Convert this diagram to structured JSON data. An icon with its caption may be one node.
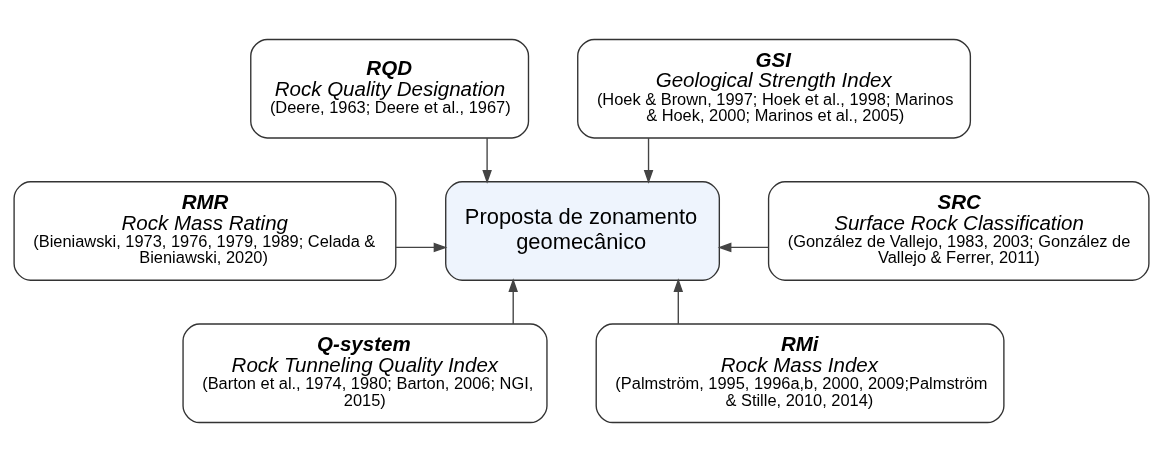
{
  "diagram": {
    "nodes": [
      {
        "text": [
          "RQD",
          "Rock Quality Designation",
          "(Deere, 1963; Deere et al., 1967)"
        ]
      },
      {
        "text": [
          "GSI",
          "Geological Strength Index",
          "(Hoek & Brown, 1997; Hoek et al., 1998; Marinos & Hoek, 2000; Marinos et al., 2005)"
        ]
      },
      {
        "text": [
          "RMR",
          "Rock Mass Rating",
          "(Bieniawski, 1973, 1976, 1979, 1989; Celada & Bieniawski, 2020)"
        ]
      },
      {
        "text": [
          "Proposta de zonamento geomecânico"
        ]
      },
      {
        "text": [
          "SRC",
          "Surface Rock Classification",
          "(González de Vallejo, 1983, 2003; González de Vallejo & Ferrer, 2011)"
        ]
      },
      {
        "text": [
          "Q-system",
          "Rock Tunneling Quality Index",
          "(Barton et al., 1974, 1980; Barton, 2006; NGI, 2015)"
        ]
      },
      {
        "text": [
          "RMi",
          "Rock Mass Index",
          "(Palmström, 1995, 1996a,b, 2000, 2009;Palmström & Stille, 2010, 2014)"
        ]
      }
    ],
    "edges": [
      {
        "from": 0,
        "to": 3,
        "arrow": "to"
      },
      {
        "from": 1,
        "to": 3,
        "arrow": "to"
      },
      {
        "from": 2,
        "to": 3,
        "arrow": "to"
      },
      {
        "from": 4,
        "to": 3,
        "arrow": "to"
      },
      {
        "from": 5,
        "to": 3,
        "arrow": "to"
      },
      {
        "from": 6,
        "to": 3,
        "arrow": "to"
      }
    ]
  }
}
